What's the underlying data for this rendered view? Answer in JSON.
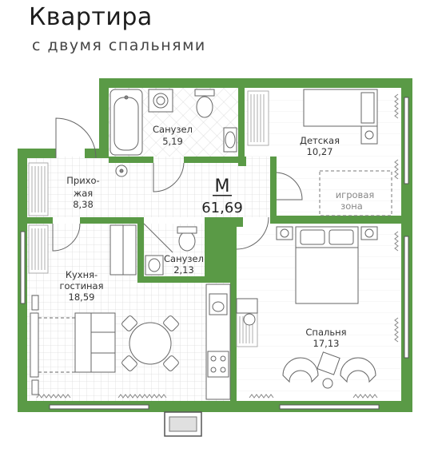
{
  "header": {
    "title": "Квартира",
    "subtitle": "с двумя спальнями"
  },
  "colors": {
    "wall": "#5a9a46",
    "wall_dark": "#3f7a30",
    "floor_tile": "#d8d8d8",
    "line": "#7a7a7a"
  },
  "total": {
    "letter": "М",
    "area": "61,69"
  },
  "rooms": {
    "bath1": {
      "name": "Санузел",
      "area": "5,19"
    },
    "kids": {
      "name": "Детская",
      "area": "10,27"
    },
    "play_zone": {
      "line1": "игровая",
      "line2": "зона"
    },
    "hall": {
      "line1": "Прихо-",
      "line2": "жая",
      "area": "8,38"
    },
    "bath2": {
      "name": "Санузел",
      "area": "2,13"
    },
    "kitchen": {
      "line1": "Кухня-",
      "line2": "гостиная",
      "area": "18,59"
    },
    "bedroom": {
      "name": "Спальня",
      "area": "17,13"
    }
  }
}
